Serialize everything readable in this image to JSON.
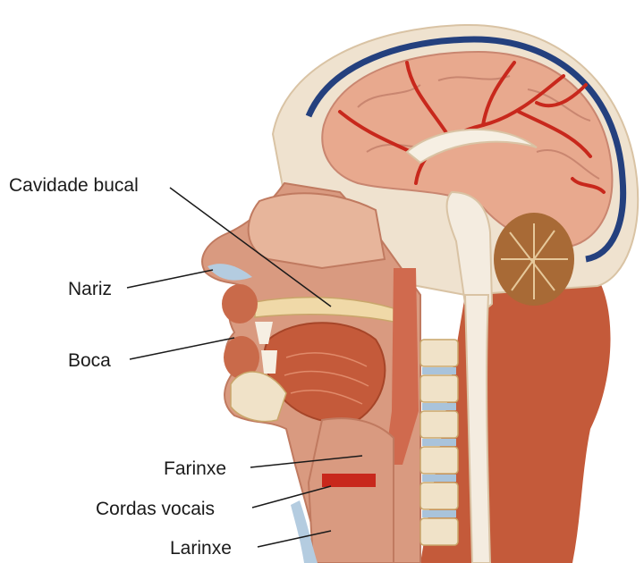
{
  "labels": {
    "oral_cavity": "Cavidade bucal",
    "nose": "Nariz",
    "mouth": "Boca",
    "pharynx": "Farinxe",
    "vocal_cords": "Cordas vocais",
    "larynx": "Larinxe"
  },
  "colors": {
    "background": "#ffffff",
    "skull": "#efe2cf",
    "brain": "#e8a98e",
    "artery": "#c8281c",
    "sinus": "#24407e",
    "muscle": "#c45a3a",
    "tissue": "#d99a80",
    "cerebellum": "#a86a36",
    "airway": "#b4cce0",
    "leader_line": "#1a1a1a"
  }
}
